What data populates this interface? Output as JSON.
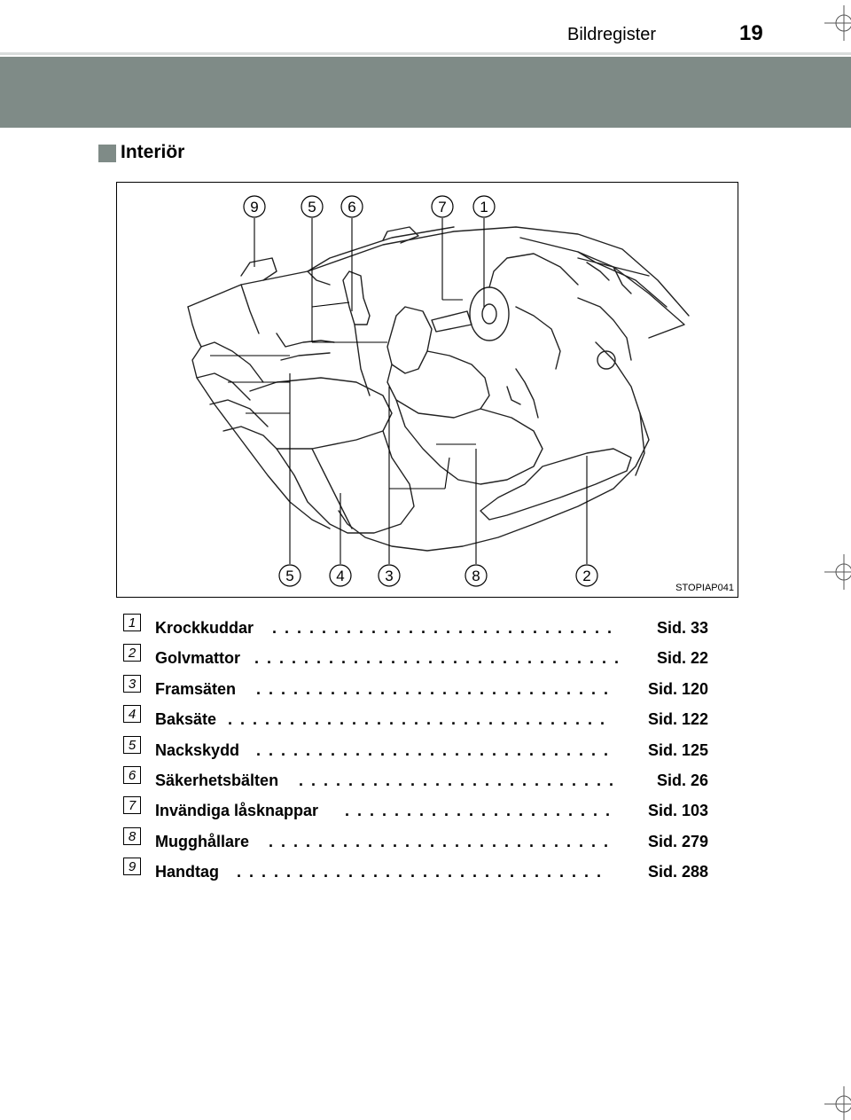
{
  "header": {
    "title": "Bildregister",
    "page_number": "19"
  },
  "section": {
    "title": "Interiör"
  },
  "figure": {
    "code": "STOPIAP041",
    "callouts_top": [
      "9",
      "5",
      "6",
      "7",
      "1"
    ],
    "callouts_bottom": [
      "5",
      "4",
      "3",
      "8",
      "2"
    ]
  },
  "legend": [
    {
      "num": "1",
      "label": "Krockkuddar",
      "page": "Sid. 33"
    },
    {
      "num": "2",
      "label": "Golvmattor",
      "page": "Sid. 22"
    },
    {
      "num": "3",
      "label": "Framsäten",
      "page": "Sid. 120"
    },
    {
      "num": "4",
      "label": "Baksäte",
      "page": "Sid. 122"
    },
    {
      "num": "5",
      "label": "Nackskydd",
      "page": "Sid. 125"
    },
    {
      "num": "6",
      "label": "Säkerhetsbälten",
      "page": "Sid. 26"
    },
    {
      "num": "7",
      "label": "Invändiga låsknappar",
      "page": "Sid. 103"
    },
    {
      "num": "8",
      "label": "Mugghållare",
      "page": "Sid. 279"
    },
    {
      "num": "9",
      "label": "Handtag",
      "page": "Sid. 288"
    }
  ]
}
